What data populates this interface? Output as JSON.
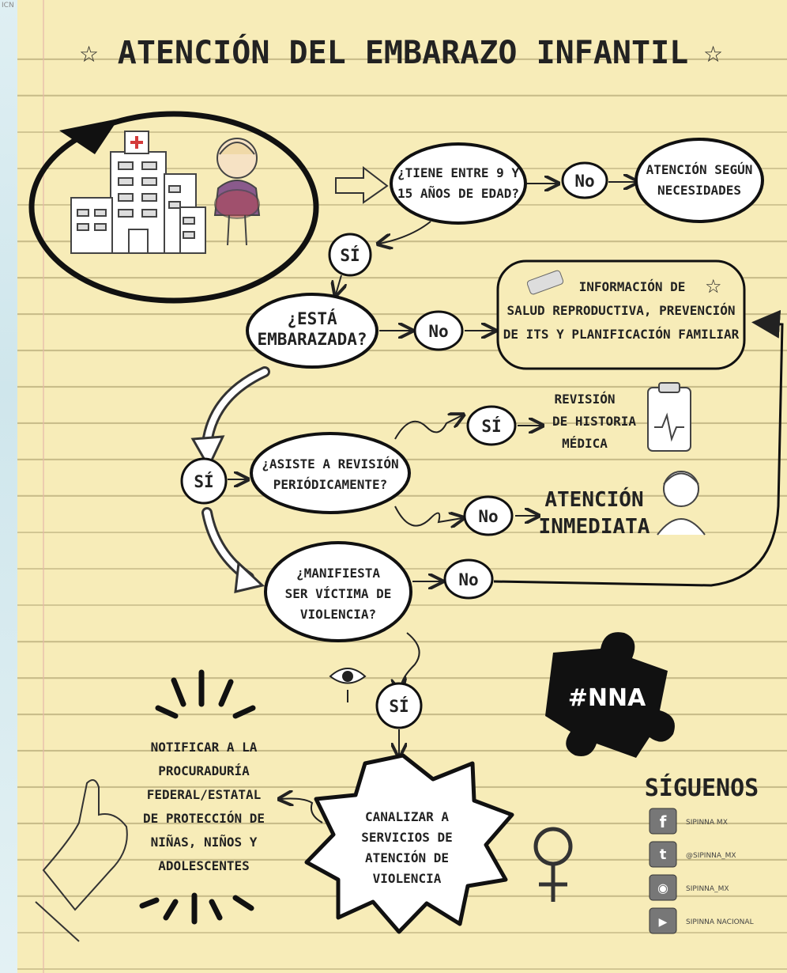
{
  "corner_text": "ICN",
  "title": "ATENCIÓN DEL EMBARAZO INFANTIL",
  "nodes": {
    "q_age_l1": "¿TIENE ENTRE 9 Y",
    "q_age_l2": "15 AÑOS DE EDAD?",
    "no": "No",
    "si": "SÍ",
    "atencion_l1": "ATENCIÓN SEGÚN",
    "atencion_l2": "NECESIDADES",
    "q_emb_l1": "¿ESTÁ",
    "q_emb_l2": "EMBARAZADA?",
    "info_l1": "INFORMACIÓN DE",
    "info_l2": "SALUD REPRODUCTIVA, PREVENCIÓN",
    "info_l3": "DE ITS Y PLANIFICACIÓN FAMILIAR",
    "q_rev_l1": "¿ASISTE A REVISIÓN",
    "q_rev_l2": "PERIÓDICAMENTE?",
    "rev_hist_l1": "REVISIÓN",
    "rev_hist_l2": "DE HISTORIA",
    "rev_hist_l3": "MÉDICA",
    "inmediata_l1": "ATENCIÓN",
    "inmediata_l2": "INMEDIATA",
    "q_vio_l1": "¿MANIFIESTA",
    "q_vio_l2": "SER VÍCTIMA DE",
    "q_vio_l3": "VIOLENCIA?",
    "notif": [
      "NOTIFICAR A LA",
      "PROCURADURÍA",
      "FEDERAL/ESTATAL",
      "DE PROTECCIÓN DE",
      "NIÑAS, NIÑOS Y",
      "ADOLESCENTES"
    ],
    "canal": [
      "CANALIZAR A",
      "SERVICIOS DE",
      "ATENCIÓN DE",
      "VIOLENCIA"
    ],
    "puzzle": "#NNA"
  },
  "social": {
    "title": "SÍGUENOS",
    "items": [
      {
        "icon": "facebook-icon",
        "glyph": "f",
        "handle": "SIPINNA MX"
      },
      {
        "icon": "twitter-icon",
        "glyph": "t",
        "handle": "@SIPINNA_MX"
      },
      {
        "icon": "camera-icon",
        "glyph": "◉",
        "handle": "SIPINNA_MX"
      },
      {
        "icon": "youtube-icon",
        "glyph": "▶",
        "handle": "SIPINNA NACIONAL"
      }
    ]
  },
  "colors": {
    "paper": "#f7ecb8",
    "ink": "#222222",
    "accent_red": "#d33a3a",
    "belly": "#8a5a8c"
  }
}
